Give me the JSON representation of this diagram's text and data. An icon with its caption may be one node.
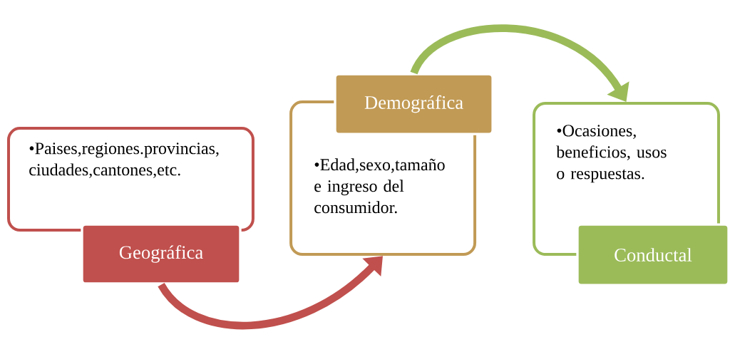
{
  "diagram": {
    "nodes": [
      {
        "text": [
          "•Paises,regiones.provincias,ciudades,cantones,etc."
        ]
      },
      {
        "text": [
          "Geográfica"
        ]
      },
      {
        "text": [
          "•Edad,sexo,tamaño e ingreso del consumidor."
        ]
      },
      {
        "text": [
          "Demográfica"
        ]
      },
      {
        "text": [
          "•Ocasiones, beneficios, usos o respuestas."
        ]
      },
      {
        "text": [
          "Conductal"
        ]
      }
    ],
    "edges": [
      {
        "from": 1,
        "to": 2,
        "arrow": "to",
        "color": "#c0504d"
      },
      {
        "from": 3,
        "to": 4,
        "arrow": "to",
        "color": "#9bbb59"
      }
    ]
  }
}
